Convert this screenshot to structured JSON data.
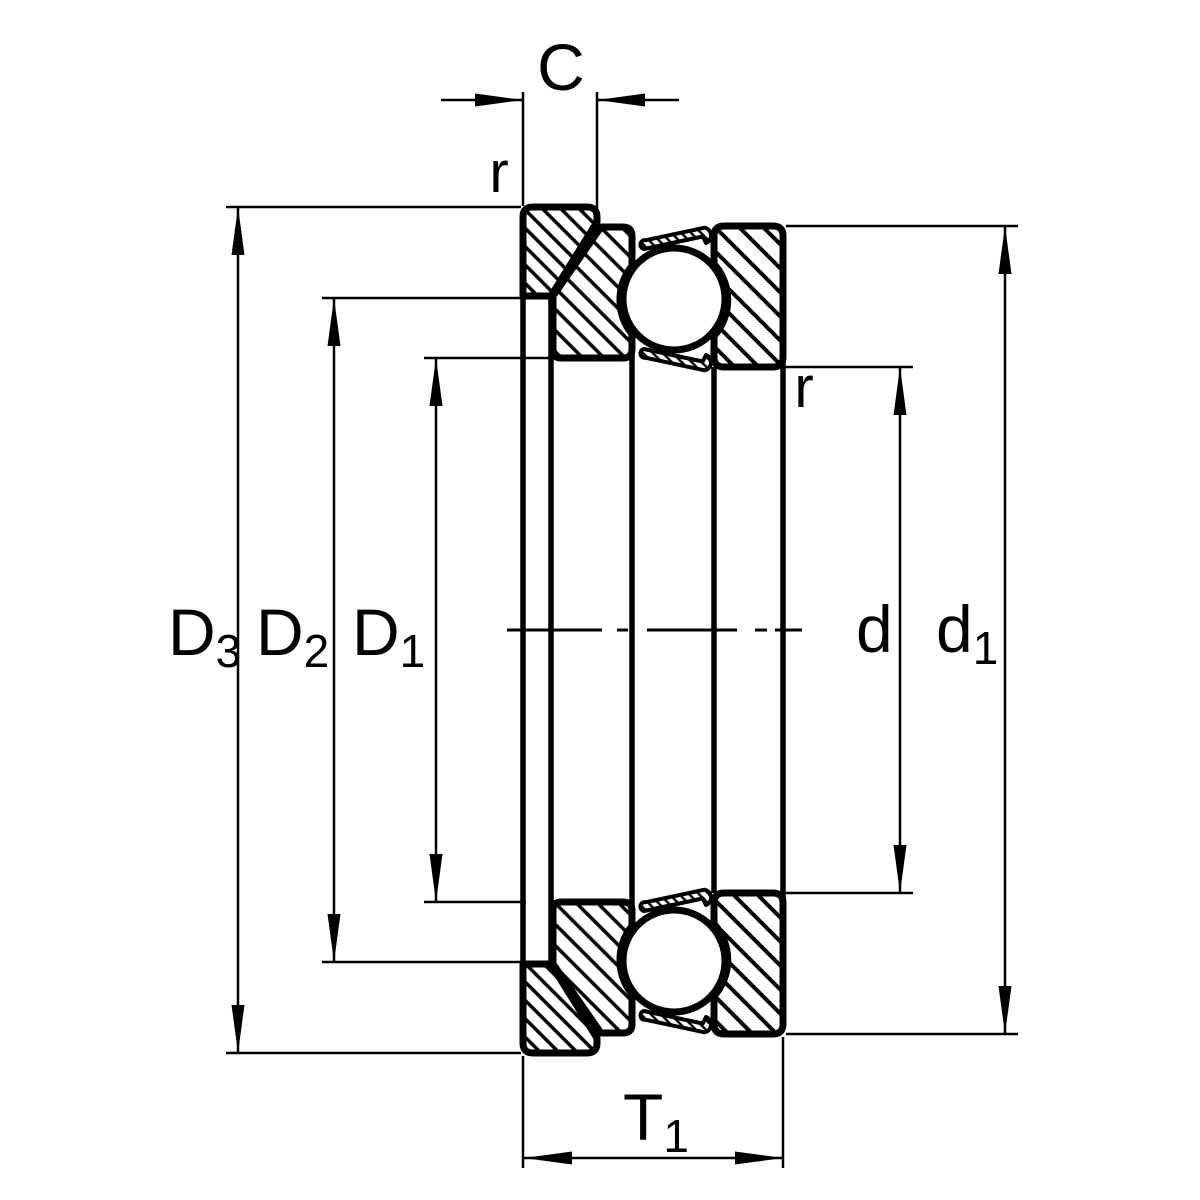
{
  "drawing": {
    "type": "thrust-ball-bearing-cross-section",
    "colors": {
      "line": "#000000",
      "background": "#ffffff"
    },
    "labels": {
      "C": "C",
      "r_outer": "r",
      "r_inner": "r",
      "D3": {
        "main": "D",
        "sub": "3"
      },
      "D2": {
        "main": "D",
        "sub": "2"
      },
      "D1": {
        "main": "D",
        "sub": "1"
      },
      "d": {
        "main": "d",
        "sub": ""
      },
      "d1": {
        "main": "d",
        "sub": "1"
      },
      "T1": {
        "main": "T",
        "sub": "1"
      }
    }
  }
}
